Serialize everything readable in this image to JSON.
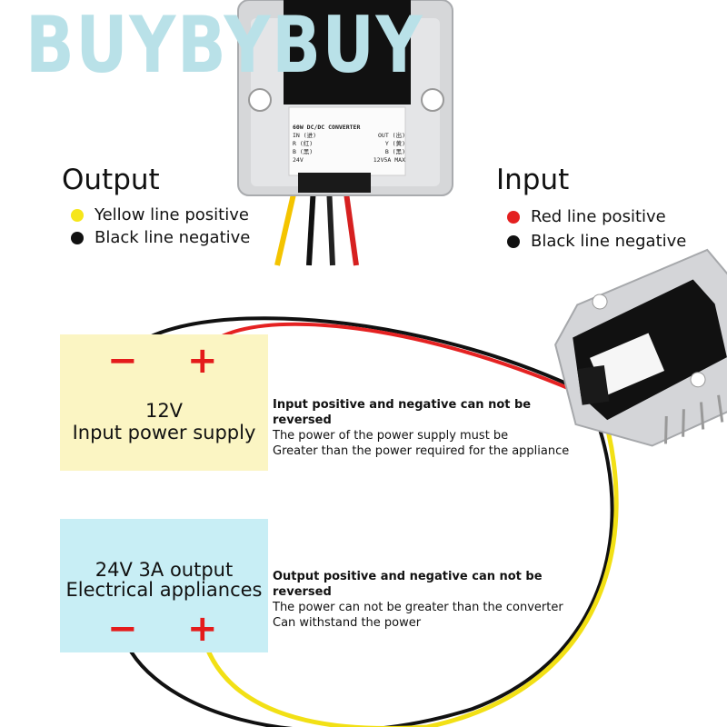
{
  "watermark": "BUYBYBUY",
  "converter_label": {
    "title": "60W DC/DC CONVERTER",
    "in_label": "IN (进)",
    "out_label": "OUT (出)",
    "in_r": "R (红)",
    "in_b": "B (黑)",
    "out_y": "Y (黄)",
    "out_b": "B (黑)",
    "in_voltage": "24V",
    "out_rating": "12V5A MAX"
  },
  "output_legend": {
    "heading": "Output",
    "items": [
      {
        "label": "Yellow line positive",
        "color": "#f6e61a"
      },
      {
        "label": "Black line negative",
        "color": "#111111"
      }
    ]
  },
  "input_legend": {
    "heading": "Input",
    "items": [
      {
        "label": "Red line positive",
        "color": "#e42020"
      },
      {
        "label": "Black line negative",
        "color": "#111111"
      }
    ]
  },
  "input_box": {
    "minus": "−",
    "plus": "+",
    "line1": "12V",
    "line2": "Input power supply",
    "color": "#fbf5c3"
  },
  "output_box": {
    "line1": "24V 3A output",
    "line2": "Electrical appliances",
    "minus": "−",
    "plus": "+",
    "color": "#c8eef5"
  },
  "input_note": {
    "title": "Input positive and negative can not be reversed",
    "line1": "The power of the power supply must be",
    "line2": "Greater than the power required for the appliance"
  },
  "output_note": {
    "title": "Output positive and negative can not be reversed",
    "line1": "The power can not be greater than the converter",
    "line2": "Can withstand the power"
  }
}
